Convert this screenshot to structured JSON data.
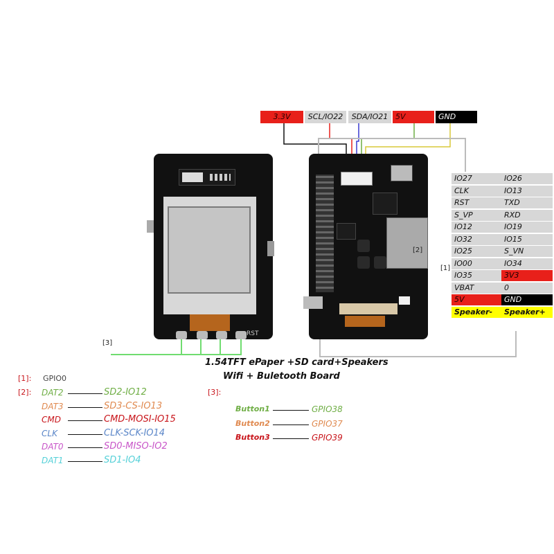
{
  "header_pins": [
    {
      "label": "3.3V",
      "style": "red"
    },
    {
      "label": "SCL/IO22",
      "style": "gray"
    },
    {
      "label": "SDA/IO21",
      "style": "gray"
    },
    {
      "label": "5V",
      "style": "red"
    },
    {
      "label": "GND",
      "style": "black"
    }
  ],
  "pins_left": [
    {
      "label": "IO27",
      "style": "gray"
    },
    {
      "label": "CLK",
      "style": "gray"
    },
    {
      "label": "RST",
      "style": "gray"
    },
    {
      "label": "S_VP",
      "style": "gray"
    },
    {
      "label": "IO12",
      "style": "gray"
    },
    {
      "label": "IO32",
      "style": "gray"
    },
    {
      "label": "IO25",
      "style": "gray"
    },
    {
      "label": "IO00",
      "style": "gray"
    },
    {
      "label": "IO35",
      "style": "gray"
    },
    {
      "label": "VBAT",
      "style": "gray"
    },
    {
      "label": "5V",
      "style": "red"
    },
    {
      "label": "Speaker-",
      "style": "yellow"
    }
  ],
  "pins_right": [
    {
      "label": "IO26",
      "style": "gray"
    },
    {
      "label": "IO13",
      "style": "gray"
    },
    {
      "label": "TXD",
      "style": "gray"
    },
    {
      "label": "RXD",
      "style": "gray"
    },
    {
      "label": "IO19",
      "style": "gray"
    },
    {
      "label": "IO15",
      "style": "gray"
    },
    {
      "label": "S_VN",
      "style": "gray"
    },
    {
      "label": "IO34",
      "style": "gray"
    },
    {
      "label": "3V3",
      "style": "red"
    },
    {
      "label": "0",
      "style": "gray"
    },
    {
      "label": "GND",
      "style": "black"
    },
    {
      "label": "Speaker+",
      "style": "yellow"
    }
  ],
  "markers": {
    "m1": "[1]",
    "m2": "[2]",
    "m3": "[3]",
    "rst": "RST"
  },
  "title": {
    "line1": "1.54TFT ePaper +SD card+Speakers",
    "line2": "Wifi + Buletooth Board"
  },
  "legend1": {
    "tag": "[1]:",
    "value": "GPIO0"
  },
  "legend2": {
    "tag": "[2]:",
    "rows": [
      {
        "left": "DAT2",
        "right": "SD2-IO12",
        "color": "#6fae45"
      },
      {
        "left": "DAT3",
        "right": "SD3-CS-IO13",
        "color": "#e08a50"
      },
      {
        "left": "CMD",
        "right": "CMD-MOSI-IO15",
        "color": "#c8141a"
      },
      {
        "left": "CLK",
        "right": "CLK-SCK-IO14",
        "color": "#5b86c8"
      },
      {
        "left": "DAT0",
        "right": "SD0-MISO-IO2",
        "color": "#c855c8"
      },
      {
        "left": "DAT1",
        "right": "SD1-IO4",
        "color": "#55d0d8"
      }
    ]
  },
  "legend3": {
    "tag": "[3]:",
    "rows": [
      {
        "left": "Button1",
        "right": "GPIO38",
        "color": "#6fae45"
      },
      {
        "left": "Button2",
        "right": "GPIO37",
        "color": "#e08a50"
      },
      {
        "left": "Button3",
        "right": "GPIO39",
        "color": "#c8141a"
      }
    ]
  }
}
